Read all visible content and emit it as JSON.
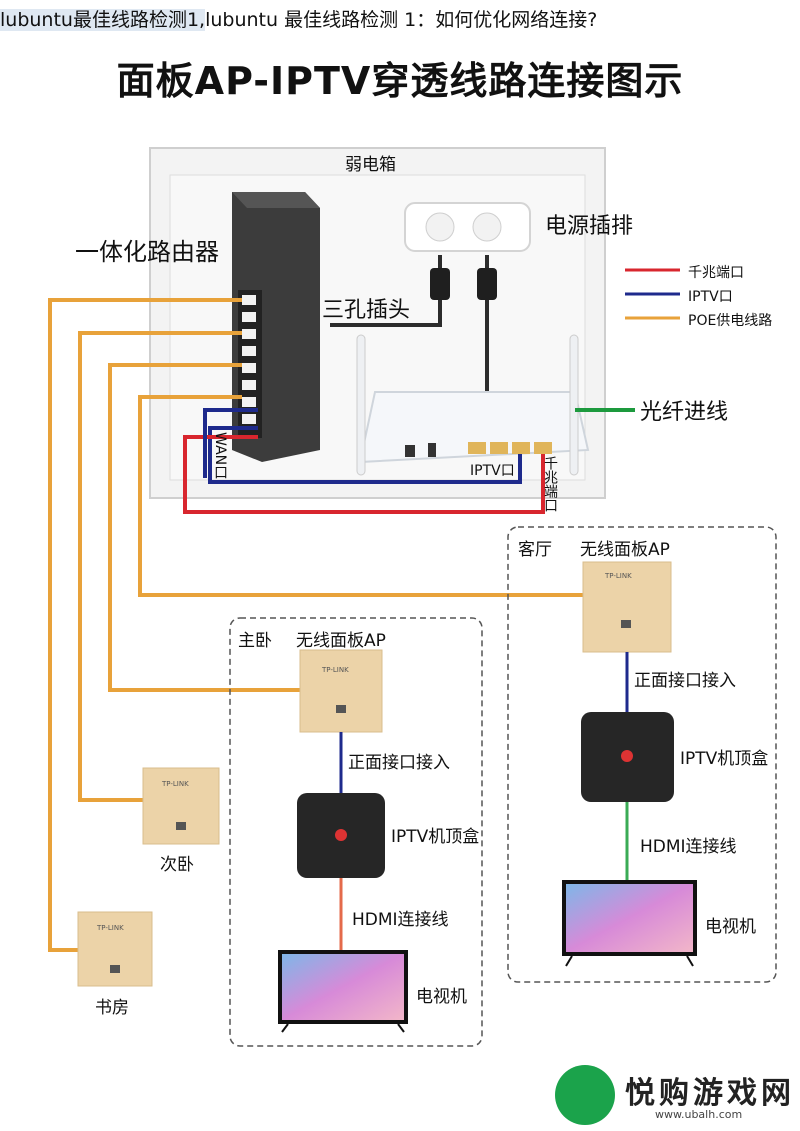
{
  "page_title_prefix": "lubuntu最佳线路检测1,",
  "page_title_rest": "lubuntu 最佳线路检测 1：如何优化网络连接?",
  "main_title": "面板AP-IPTV穿透线路连接图示",
  "labels": {
    "weak_box": "弱电箱",
    "router": "一体化路由器",
    "power_strip": "电源插排",
    "three_pin_plug": "三孔插头",
    "fiber_in": "光纤进线",
    "wan_port": "WAN口",
    "iptv_port": "IPTV口",
    "gigabit_port_vertical": "千兆端口",
    "living_room": "客厅",
    "wireless_panel_ap": "无线面板AP",
    "master_bedroom": "主卧",
    "front_port_access": "正面接口接入",
    "iptv_set_top_box": "IPTV机顶盒",
    "hdmi_cable": "HDMI连接线",
    "tv": "电视机",
    "second_bedroom": "次卧",
    "study": "书房",
    "brand_small": "TP-LINK"
  },
  "legend": [
    {
      "label": "千兆端口",
      "color": "#d8262e"
    },
    {
      "label": "IPTV口",
      "color": "#1e2a8c"
    },
    {
      "label": "POE供电线路",
      "color": "#e8a23a"
    }
  ],
  "colors": {
    "fiber": "#1d9a3e",
    "hdmi_left": "#e46a4a",
    "hdmi_right": "#3aab55",
    "panel_gold": "#ecd3a8"
  },
  "footer": {
    "brand": "悦购游戏网",
    "url": "www.ubalh.com"
  }
}
